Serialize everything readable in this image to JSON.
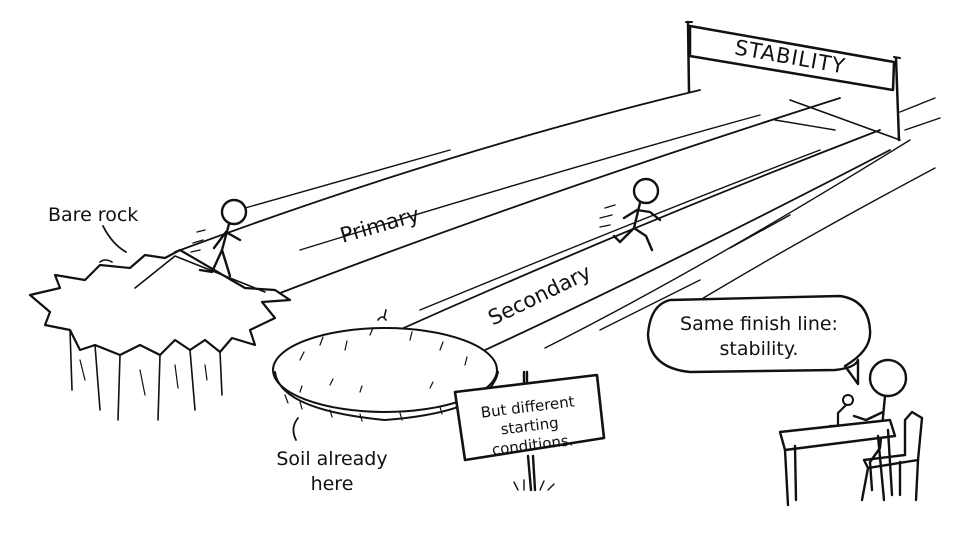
{
  "finish_banner": {
    "text": "STABILITY"
  },
  "tracks": {
    "primary_label": "Primary",
    "secondary_label": "Secondary"
  },
  "start_labels": {
    "bare_rock": "Bare rock",
    "soil_line1": "Soil already",
    "soil_line2": "here"
  },
  "sign": {
    "line1": "But different",
    "line2": "starting",
    "line3": "conditions."
  },
  "speech_bubble": {
    "line1": "Same finish line:",
    "line2": "stability."
  }
}
